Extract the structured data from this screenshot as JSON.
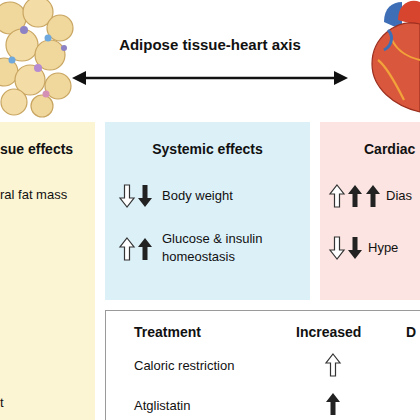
{
  "diagram": {
    "title": "Adipose tissue-heart axis",
    "nodes": [
      {
        "text": [
          "sue effects",
          "ral fat mass",
          "t"
        ]
      },
      {
        "text": [
          "Systemic effects",
          "Body weight",
          "Glucose & insulin homeostasis"
        ]
      },
      {
        "text": [
          "Cardiac",
          "Dias",
          "Hype"
        ]
      },
      {
        "text": [
          "Treatment",
          "Increased",
          "D",
          "Caloric restriction",
          "Atglistatin"
        ]
      }
    ]
  }
}
